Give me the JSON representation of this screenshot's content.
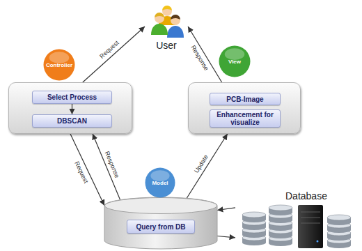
{
  "diagram": {
    "nodes": [
      {
        "text": [
          "User"
        ]
      },
      {
        "text": [
          "Controller"
        ]
      },
      {
        "text": [
          "View"
        ]
      },
      {
        "text": []
      },
      {
        "text": [
          "Select Process"
        ],
        "in": 3
      },
      {
        "text": [
          "DBSCAN"
        ],
        "in": 3
      },
      {
        "text": []
      },
      {
        "text": [
          "PCB-Image"
        ],
        "in": 6
      },
      {
        "text": [
          "Enhancement for visualize"
        ],
        "in": 6
      },
      {
        "text": [
          "Model"
        ]
      },
      {
        "text": []
      },
      {
        "text": [
          "Query from DB"
        ],
        "in": 10
      },
      {
        "text": [
          "Database"
        ]
      }
    ],
    "edges": [
      {
        "from": 4,
        "to": 5,
        "arrow": "to"
      },
      {
        "from": 3,
        "to": 0,
        "label": "Request",
        "arrow": "to"
      },
      {
        "from": 6,
        "to": 0,
        "label": "Response",
        "arrow": "to"
      },
      {
        "from": 3,
        "to": 10,
        "label": "Request",
        "arrow": "to"
      },
      {
        "from": 10,
        "to": 3,
        "label": "Response",
        "arrow": "to"
      },
      {
        "from": 10,
        "to": 6,
        "label": "Update",
        "arrow": "to"
      },
      {
        "from": 12,
        "to": 10,
        "arrow": "to"
      },
      {
        "from": 10,
        "to": 12,
        "arrow": "to"
      }
    ]
  }
}
